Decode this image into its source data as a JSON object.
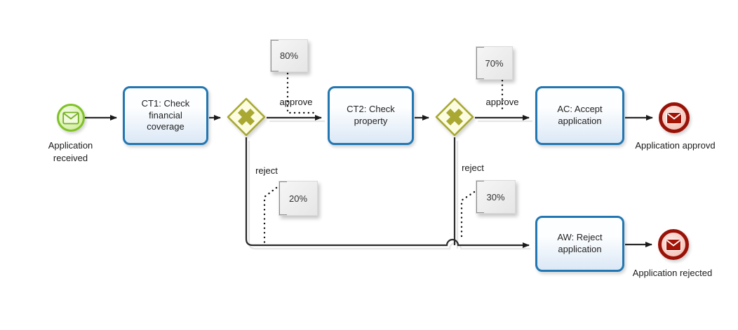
{
  "nodes": {
    "start": {
      "type": "start-event",
      "label": "Application received"
    },
    "ct1": {
      "type": "task",
      "label": "CT1: Check financial coverage"
    },
    "gateway1": {
      "type": "xor-gateway"
    },
    "ct2": {
      "type": "task",
      "label": "CT2: Check property"
    },
    "gateway2": {
      "type": "xor-gateway"
    },
    "ac": {
      "type": "task",
      "label": "AC: Accept application"
    },
    "aw": {
      "type": "task",
      "label": "AW: Reject application"
    },
    "end_approved": {
      "type": "end-event",
      "label": "Application approvd"
    },
    "end_rejected": {
      "type": "end-event",
      "label": "Application rejected"
    }
  },
  "edge_labels": {
    "approve1": "approve",
    "reject1": "reject",
    "approve2": "approve",
    "reject2": "reject"
  },
  "annotations": {
    "pct80": "80%",
    "pct70": "70%",
    "pct20": "20%",
    "pct30": "30%"
  },
  "flows": [
    {
      "from": "start",
      "to": "ct1",
      "label": ""
    },
    {
      "from": "ct1",
      "to": "gateway1",
      "label": ""
    },
    {
      "from": "gateway1",
      "to": "ct2",
      "label": "approve",
      "probability": "80%"
    },
    {
      "from": "gateway1",
      "to": "aw",
      "label": "reject",
      "probability": "20%"
    },
    {
      "from": "ct2",
      "to": "gateway2",
      "label": ""
    },
    {
      "from": "gateway2",
      "to": "ac",
      "label": "approve",
      "probability": "70%"
    },
    {
      "from": "gateway2",
      "to": "aw",
      "label": "reject",
      "probability": "30%"
    },
    {
      "from": "ac",
      "to": "end_approved",
      "label": ""
    },
    {
      "from": "aw",
      "to": "end_rejected",
      "label": ""
    }
  ],
  "colors": {
    "flow_line": "#2a2a2a",
    "task_border": "#2277b2",
    "task_fill_bottom": "#dbe8f6",
    "gateway_border": "#a8a832",
    "gateway_fill": "#fcfce1",
    "start_border": "#7ec225",
    "start_envelope": "#74b122",
    "end_border": "#991207",
    "end_envelope": "#a31407",
    "annotation_fill": "#ececec"
  }
}
